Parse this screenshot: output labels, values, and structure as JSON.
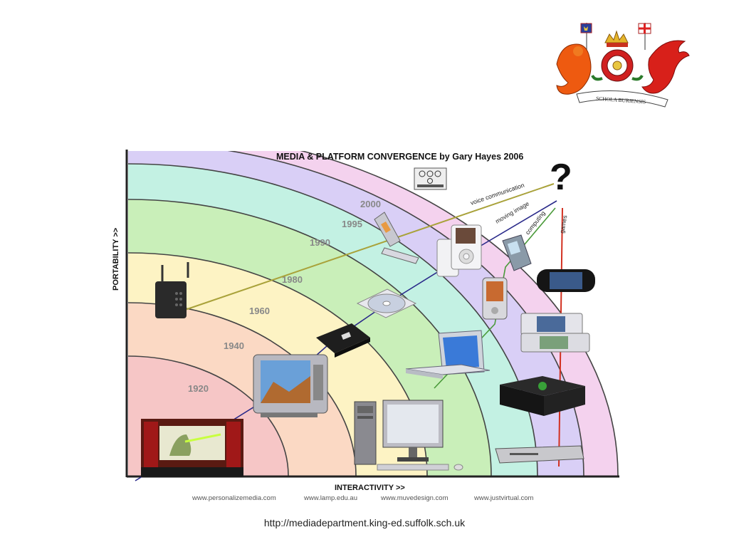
{
  "crest": {
    "motto": "SCHOLA BURIENSIS"
  },
  "diagram": {
    "title": "MEDIA & PLATFORM CONVERGENCE  by  Gary Hayes 2006",
    "question_mark": "?",
    "y_axis_label": "PORTABILITY >>",
    "x_axis_label": "INTERACTIVITY >>",
    "years": [
      "1920",
      "1940",
      "1960",
      "1980",
      "1990",
      "1995",
      "2000"
    ],
    "threads": [
      "voice communication",
      "moving image",
      "computing",
      "games"
    ],
    "credits": [
      "www.personalizemedia.com",
      "www.lamp.edu.au",
      "www.muvedesign.com",
      "www.justvirtual.com"
    ],
    "band_colors": [
      "#f6c6c6",
      "#fbd9c4",
      "#fdf3c4",
      "#c9efb9",
      "#c3f1e3",
      "#d9cff6",
      "#f4d2ee"
    ],
    "thread_colors": {
      "voice": "#a9a23a",
      "image": "#2a2a8a",
      "computing": "#4a9a3a",
      "games": "#d23020"
    },
    "devices": [
      "cinema-screen",
      "television",
      "video-cassette",
      "cd",
      "cordless-phone",
      "flip-phone",
      "ipod",
      "smartphone",
      "pda",
      "laptop",
      "desktop-computer",
      "monitor",
      "game-console",
      "psp",
      "nintendo-ds",
      "dvd-player"
    ]
  },
  "footer": {
    "url": "http://mediadepartment.king-ed.suffolk.sch.uk"
  }
}
